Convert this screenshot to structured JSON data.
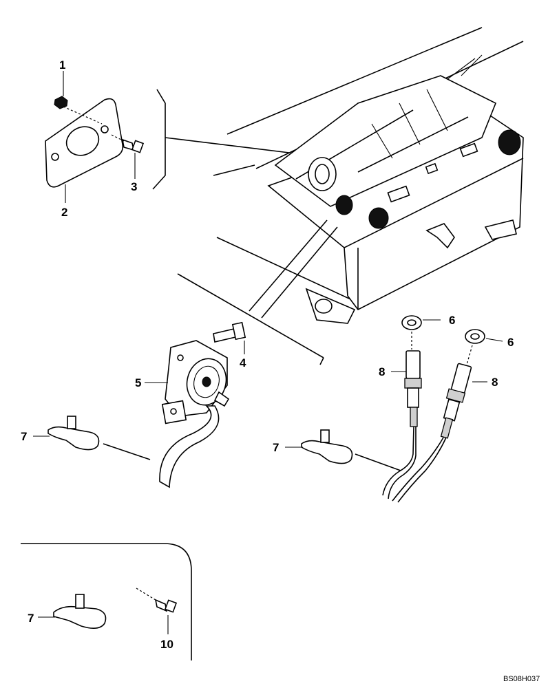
{
  "callouts": {
    "c1": "1",
    "c2": "2",
    "c3": "3",
    "c4": "4",
    "c5": "5",
    "c6a": "6",
    "c6b": "6",
    "c7a": "7",
    "c7b": "7",
    "c7c": "7",
    "c8a": "8",
    "c8b": "8",
    "c10": "10"
  },
  "figure_id": "BS08H037"
}
